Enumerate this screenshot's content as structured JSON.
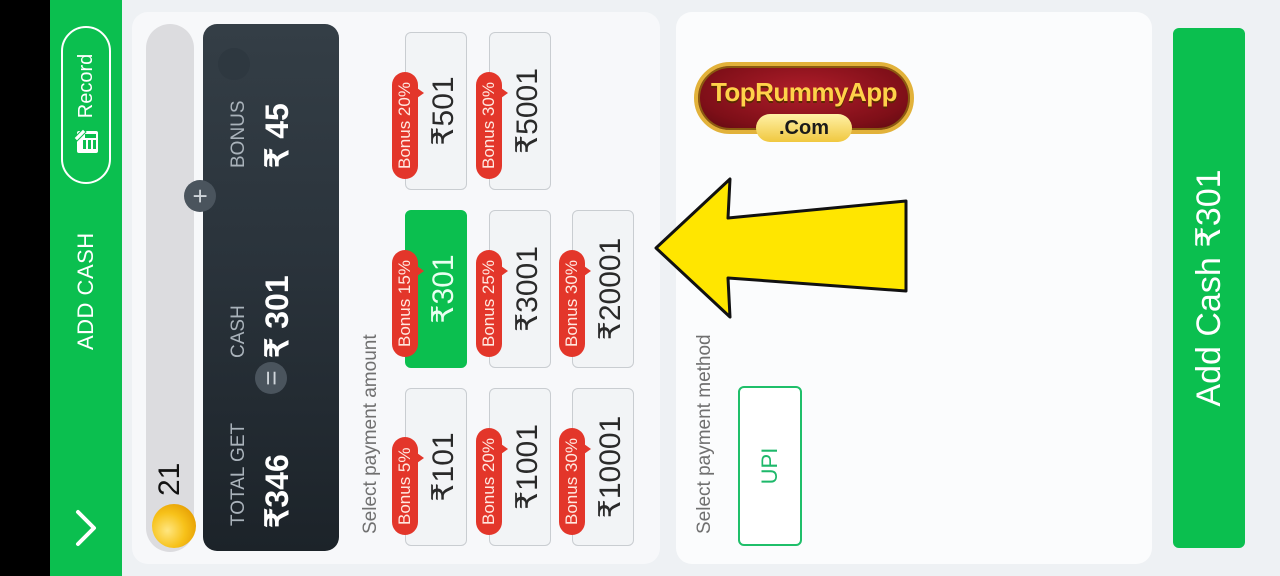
{
  "header": {
    "title": "ADD CASH",
    "record_label": "Record",
    "back_icon": "chevron-down-icon",
    "record_icon": "record-icon"
  },
  "coins": {
    "value": "21",
    "icon": "coin-icon"
  },
  "summary": {
    "total_label": "TOTAL GET",
    "total_value": "₹346",
    "equals_symbol": "=",
    "cash_label": "CASH",
    "cash_value": "₹ 301",
    "plus_symbol": "+",
    "bonus_label": "BONUS",
    "bonus_value": "₹ 45"
  },
  "amounts": {
    "label": "Select payment amount",
    "options": [
      {
        "value": "₹101",
        "bonus": "Bonus 5%",
        "selected": false
      },
      {
        "value": "₹301",
        "bonus": "Bonus 15%",
        "selected": true
      },
      {
        "value": "₹501",
        "bonus": "Bonus 20%",
        "selected": false
      },
      {
        "value": "₹1001",
        "bonus": "Bonus 20%",
        "selected": false
      },
      {
        "value": "₹3001",
        "bonus": "Bonus 25%",
        "selected": false
      },
      {
        "value": "₹5001",
        "bonus": "Bonus 30%",
        "selected": false
      },
      {
        "value": "₹10001",
        "bonus": "Bonus 30%",
        "selected": false
      },
      {
        "value": "₹20001",
        "bonus": "Bonus 30%",
        "selected": false
      }
    ]
  },
  "method": {
    "label": "Select payment method",
    "options": [
      {
        "label": "UPI"
      }
    ]
  },
  "logo": {
    "main": "TopRummyApp",
    "sub": ".Com"
  },
  "footer": {
    "add_cash_label": "Add Cash ₹301"
  },
  "colors": {
    "primary_green": "#0bbf4f",
    "bonus_red": "#e3362a",
    "dark_card": "#1c2329",
    "upi_green": "#1db86a",
    "arrow_yellow": "#ffe600"
  }
}
